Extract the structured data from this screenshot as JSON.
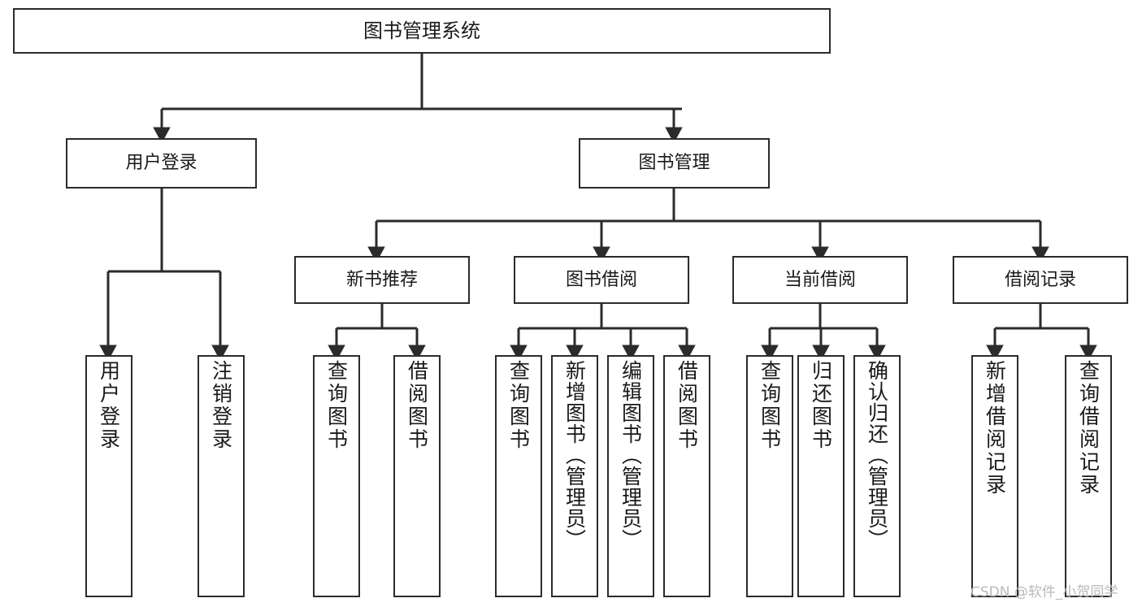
{
  "diagram": {
    "title": "图书管理系统",
    "type": "tree-hierarchy-diagram",
    "colors": {
      "box_border": "#2b2b2b",
      "box_fill": "#ffffff",
      "edge": "#2b2b2b",
      "text": "#1a1a1a",
      "watermark": "#b9b9b9",
      "background": "#ffffff"
    }
  },
  "root": {
    "label": "图书管理系统"
  },
  "level1": [
    {
      "label": "用户登录"
    },
    {
      "label": "图书管理"
    }
  ],
  "level2": [
    {
      "label": "新书推荐"
    },
    {
      "label": "图书借阅"
    },
    {
      "label": "当前借阅"
    },
    {
      "label": "借阅记录"
    }
  ],
  "leaves": {
    "user_login": [
      {
        "label": "用户登录"
      },
      {
        "label": "注销登录"
      }
    ],
    "new_book_recommend": [
      {
        "label": "查询图书"
      },
      {
        "label": "借阅图书"
      }
    ],
    "book_borrow": [
      {
        "label": "查询图书"
      },
      {
        "label": "新增图书（管理员）"
      },
      {
        "label": "编辑图书（管理员）"
      },
      {
        "label": "借阅图书"
      }
    ],
    "current_borrow": [
      {
        "label": "查询图书"
      },
      {
        "label": "归还图书"
      },
      {
        "label": "确认归还（管理员）"
      }
    ],
    "borrow_records": [
      {
        "label": "新增借阅记录"
      },
      {
        "label": "查询借阅记录"
      }
    ]
  },
  "watermark": {
    "text": "CSDN @软件_小贺同学"
  }
}
